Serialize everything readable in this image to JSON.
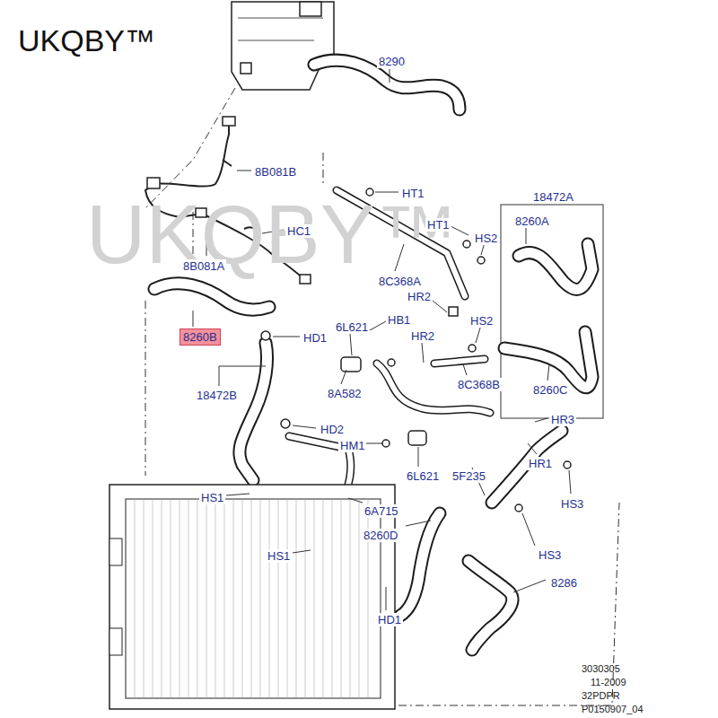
{
  "diagram": {
    "title": "UKQBY™",
    "nodes": [
      {
        "text": [
          "8260B"
        ]
      }
    ],
    "labels": [
      "8290",
      "8B081B",
      "HT1",
      "18472A",
      "8260A",
      "HT1",
      "HS2",
      "HC1",
      "8B081A",
      "8C368A",
      "HR2",
      "HD1",
      "HB1",
      "6L621",
      "HR2",
      "HS2",
      "18472B",
      "8A582",
      "8C368B",
      "8260C",
      "HR3",
      "HD2",
      "HM1",
      "HR1",
      "6L621",
      "5F235",
      "HS1",
      "6A715",
      "HS3",
      "8260D",
      "HS3",
      "HS1",
      "8286",
      "HD1",
      "3030305",
      "11-2009",
      "32PDPR",
      "P0150907_04",
      "UKQBY™"
    ]
  }
}
